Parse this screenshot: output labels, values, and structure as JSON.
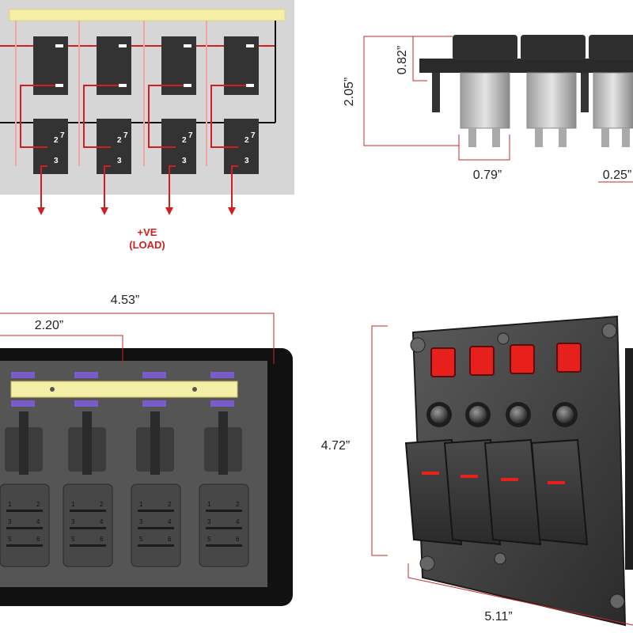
{
  "wiring": {
    "load_label_line1": "+VE",
    "load_label_line2": "(LOAD)",
    "pin_labels": [
      "2",
      "7",
      "3"
    ],
    "switch_count": 4
  },
  "side_view": {
    "dim_height": "2.05”",
    "dim_panel": "0.82”",
    "dim_switch_width": "0.79”",
    "dim_gap": "0.25”"
  },
  "back_view": {
    "dim_total_width": "4.53”",
    "dim_half_width": "2.20”",
    "terminal_labels": [
      "1",
      "2",
      "3",
      "4",
      "5",
      "6"
    ]
  },
  "front_view": {
    "dim_height": "4.72”",
    "dim_width": "5.11”",
    "switch_count": 4
  },
  "colors": {
    "wire_red": "#d01f1f",
    "wire_light": "#f2a5a5",
    "busbar": "#f6efa8",
    "panel_gray": "#d6d6d6",
    "switch_dark": "#333333",
    "lamp_red": "#e8201c"
  }
}
